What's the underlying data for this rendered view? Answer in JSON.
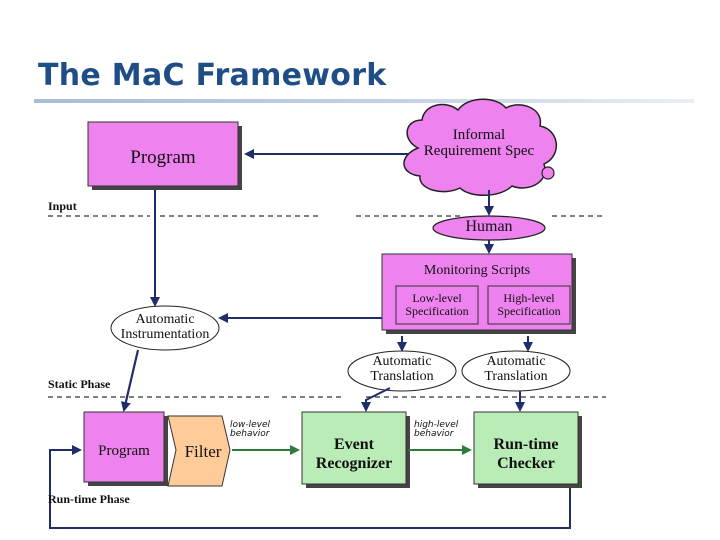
{
  "title": "The MaC Framework",
  "nodes": {
    "program_top": "Program",
    "informal_spec": "Informal Requirement Spec",
    "human": "Human",
    "monitoring_scripts": "Monitoring Scripts",
    "low_level_spec": "Low-level Specification",
    "high_level_spec": "High-level Specification",
    "automatic_instrumentation": "Automatic Instrumentation",
    "automatic_translation_1": "Automatic Translation",
    "automatic_translation_2": "Automatic Translation",
    "program_bottom": "Program",
    "filter": "Filter",
    "event_recognizer": "Event Recognizer",
    "runtime_checker": "Run-time Checker"
  },
  "labels": {
    "input": "Input",
    "static_phase": "Static Phase",
    "runtime_phase": "Run-time Phase",
    "low_level_behavior": "low-level behavior",
    "high_level_behavior": "high-level behavior"
  },
  "colors": {
    "title": "#1f4e86",
    "pink_box": "#ee82ee",
    "filter_fill": "#ffcc99",
    "green_box": "#b9ecb6",
    "arrow_navy": "#1f2d6a",
    "arrow_green": "#2f7b3a"
  }
}
